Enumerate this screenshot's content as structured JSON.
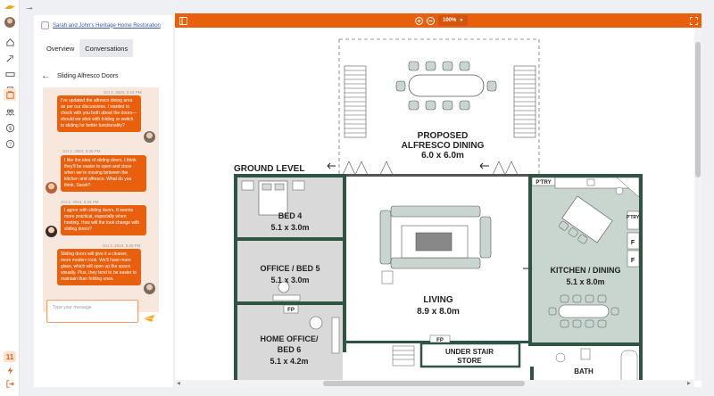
{
  "sidebar": {
    "rail_badge": "11"
  },
  "project": {
    "name": "Sarah and John's Heritage Home Restoration"
  },
  "tabs": [
    {
      "label": "Overview",
      "active": false
    },
    {
      "label": "Conversations",
      "active": true
    }
  ],
  "conversation": {
    "title": "Sliding Alfresco Doors",
    "messages": [
      {
        "time": "Oct 2, 2024, 5:24 PM",
        "text": "I've updated the alfresco dining area as per our discussions. I wanted to check with you both about the doors—should we stick with folding or switch to sliding for better functionality?"
      },
      {
        "time": "Oct 2, 2024, 5:25 PM",
        "text": "I like the idea of sliding doors. I think they'll be easier to open and close when we're moving between the kitchen and alfresco. What do you think, Sarah?"
      },
      {
        "time": "Oct 2, 2024, 5:25 PM",
        "text": "I agree with sliding doors. It seems more practical, especially when hosting. How will the look change with sliding doors?"
      },
      {
        "time": "Oct 2, 2024, 5:25 PM",
        "text": "Sliding doors will give it a cleaner, more modern look. We'll have more glass, which will open up the space visually. Plus, they tend to be easier to maintain than folding ones."
      }
    ],
    "input_placeholder": "Type your message"
  },
  "toolbar": {
    "zoom": "100%"
  },
  "plan": {
    "alfresco": {
      "name": "PROPOSED",
      "name2": "ALFRESCO DINING",
      "size": "6.0 x 6.0m"
    },
    "level": "GROUND LEVEL",
    "bed4": {
      "name": "BED 4",
      "size": "5.1 x 3.0m"
    },
    "office": {
      "name": "OFFICE / BED 5",
      "size": "5.1 x 3.0m"
    },
    "homeoffice": {
      "name": "HOME OFFICE/",
      "name2": "BED 6",
      "size": "5.1 x 4.2m"
    },
    "living": {
      "name": "LIVING",
      "size": "8.9 x 8.0m"
    },
    "kitchen": {
      "name": "KITCHEN / DINING",
      "size": "5.1 x 8.0m"
    },
    "understair": {
      "name": "UNDER STAIR",
      "name2": "STORE"
    },
    "bath": {
      "name": "BATH"
    },
    "ptry1": "P'TRY",
    "ptry2": "P'TRY",
    "f": "F",
    "fp": "FP"
  },
  "colors": {
    "accent": "#e8600e",
    "wall": "#2f5443",
    "kitchen_fill": "#c9d5cf",
    "room_fill": "#d9d9d9"
  }
}
